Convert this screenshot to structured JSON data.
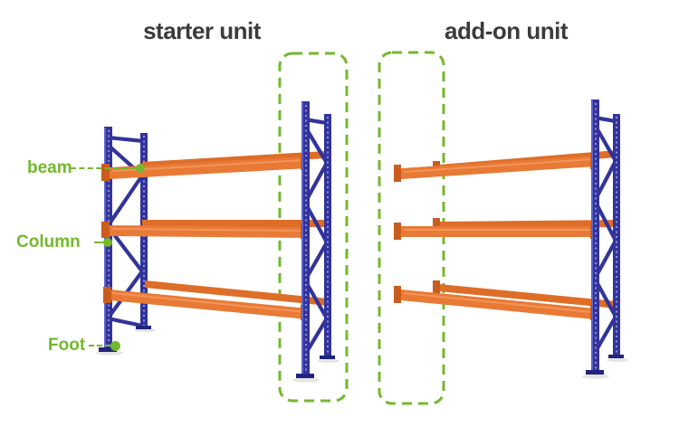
{
  "titles": {
    "starter": "starter unit",
    "addon": "add-on unit"
  },
  "callouts": {
    "beam": {
      "label": "beam"
    },
    "column": {
      "label": "Column"
    },
    "foot": {
      "label": "Foot"
    }
  },
  "colors": {
    "background": "#ffffff",
    "post_blue": "#32349b",
    "post_blue_dark": "#23247c",
    "post_blue_light": "#6a70d6",
    "beam_orange": "#e87a35",
    "beam_orange_dark": "#c95d1e",
    "beam_orange_light": "#f5975f",
    "highlight_green": "#74b82e",
    "title_text": "#3b3b3b"
  },
  "diagram": {
    "type": "pallet-rack-configuration",
    "units": [
      {
        "name": "starter unit",
        "uprights": 2,
        "beam_levels": 3
      },
      {
        "name": "add-on unit",
        "uprights": 1,
        "beam_levels": 3
      }
    ],
    "labeled_parts": [
      "beam",
      "Column",
      "Foot"
    ],
    "highlight_boxes": 2
  }
}
